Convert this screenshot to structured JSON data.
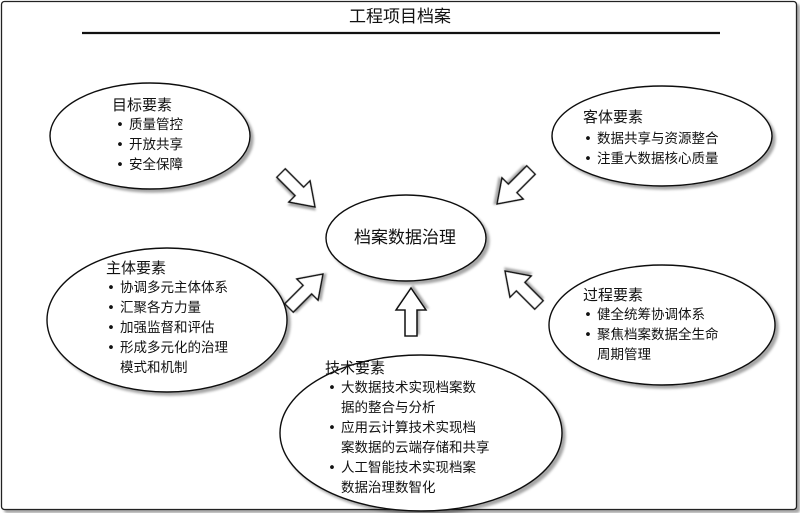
{
  "title": "工程项目档案",
  "center": "档案数据治理",
  "nodes": {
    "goal": {
      "title": "目标要素",
      "items": [
        "质量管控",
        "开放共享",
        "安全保障"
      ]
    },
    "object": {
      "title": "客体要素",
      "items": [
        "数据共享与资源整合",
        "注重大数据核心质量"
      ]
    },
    "subject": {
      "title": "主体要素",
      "items": [
        [
          "协调多元主体体系"
        ],
        [
          "汇聚各方力量"
        ],
        [
          "加强监督和评估"
        ],
        [
          "形成多元化的治理",
          "模式和机制"
        ]
      ]
    },
    "process": {
      "title": "过程要素",
      "items": [
        [
          "健全统筹协调体系"
        ],
        [
          "聚焦档案数据全生命",
          "周期管理"
        ]
      ]
    },
    "tech": {
      "title": "技术要素",
      "items": [
        [
          "大数据技术实现档案数",
          "据的整合与分析"
        ],
        [
          "应用云计算技术实现档",
          "案数据的云端存储和共享"
        ],
        [
          "人工智能技术实现档案",
          "数据治理数智化"
        ]
      ]
    }
  }
}
